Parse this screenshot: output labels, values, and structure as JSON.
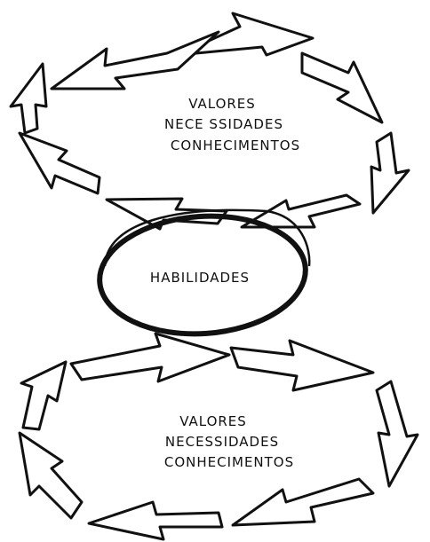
{
  "diagram": {
    "top_cycle": {
      "lines": [
        "VALORES",
        "NECE SSIDADES",
        "CONHECIMENTOS"
      ]
    },
    "center": {
      "label": "HABILIDADES"
    },
    "bottom_cycle": {
      "lines": [
        "VALORES",
        "NECESSIDADES",
        "CONHECIMENTOS"
      ]
    }
  }
}
